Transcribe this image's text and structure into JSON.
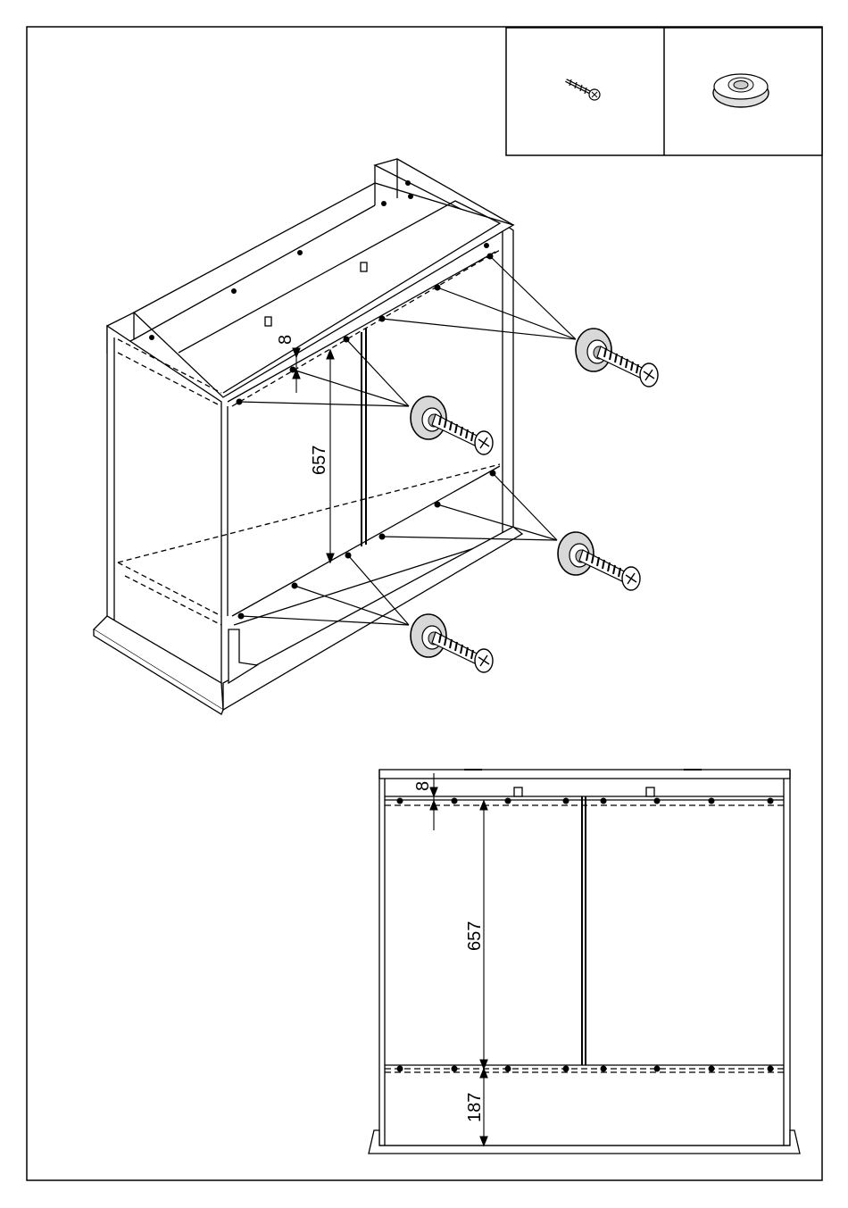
{
  "parts": {
    "screw_icon": "wood-screw-icon",
    "washer_icon": "cup-washer-icon"
  },
  "iso_view": {
    "dim_top_offset": "8",
    "dim_panel_height": "657"
  },
  "front_view": {
    "dim_top_offset": "8",
    "dim_panel_height": "657",
    "dim_bottom_offset": "187"
  }
}
